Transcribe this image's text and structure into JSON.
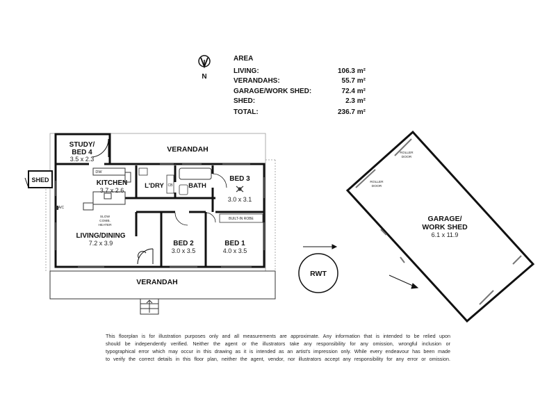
{
  "compass": {
    "label": "N"
  },
  "area_table": {
    "title": "AREA",
    "rows": [
      {
        "label": "LIVING:",
        "value": "106.3 m²"
      },
      {
        "label": "VERANDAHS:",
        "value": "55.7 m²"
      },
      {
        "label": "GARAGE/WORK SHED:",
        "value": "72.4 m²"
      },
      {
        "label": "SHED:",
        "value": "2.3 m²"
      }
    ],
    "total": {
      "label": "TOTAL:",
      "value": "236.7 m²"
    }
  },
  "rooms": {
    "study_name": "STUDY/",
    "study_name2": "BED 4",
    "study_dims": "3.5 x 2.3",
    "verandah_top": "VERANDAH",
    "shed": "SHED",
    "kitchen_name": "KITCHEN",
    "kitchen_dims": "3.7 x 2.6",
    "laundry": "L'DRY",
    "bath": "BATH",
    "bed3_name": "BED 3",
    "bed3_dims": "3.0 x 3.1",
    "living_name": "LIVING/DINING",
    "living_dims": "7.2 x 3.9",
    "bed2_name": "BED 2",
    "bed2_dims": "3.0 x 3.5",
    "bed1_name": "BED 1",
    "bed1_dims": "4.0 x 3.5",
    "verandah_bottom": "VERANDAH",
    "garage_name": "GARAGE/",
    "garage_name2": "WORK SHED",
    "garage_dims": "6.1 x 11.9",
    "rwt": "RWT"
  },
  "fixtures": {
    "dw": "DW",
    "ac": "A/C",
    "slow_comb_1": "SLOW",
    "slow_comb_2": "COMB.",
    "slow_comb_3": "HEATER",
    "cb": "CB",
    "built_in_robe": "BUILT-IN ROBE",
    "roller_door_1a": "ROLLER",
    "roller_door_1b": "DOOR",
    "roller_door_2a": "ROLLER",
    "roller_door_2b": "DOOR"
  },
  "disclaimer": [
    "This floorplan is for illustration purposes only and all measurements are approximate. Any information that is intended to be relied upon",
    "should be independently verified. Neither the agent or the illustrators take any responsibility for any omission, wrongful inclusion or",
    "typographical error which may occur in this drawing as it is intended as an artist's impression only. While every endeavour has been made",
    "to verify the correct details in this floor plan, neither the agent, vendor, nor illustrators accept any responsibility for any error or omission."
  ]
}
